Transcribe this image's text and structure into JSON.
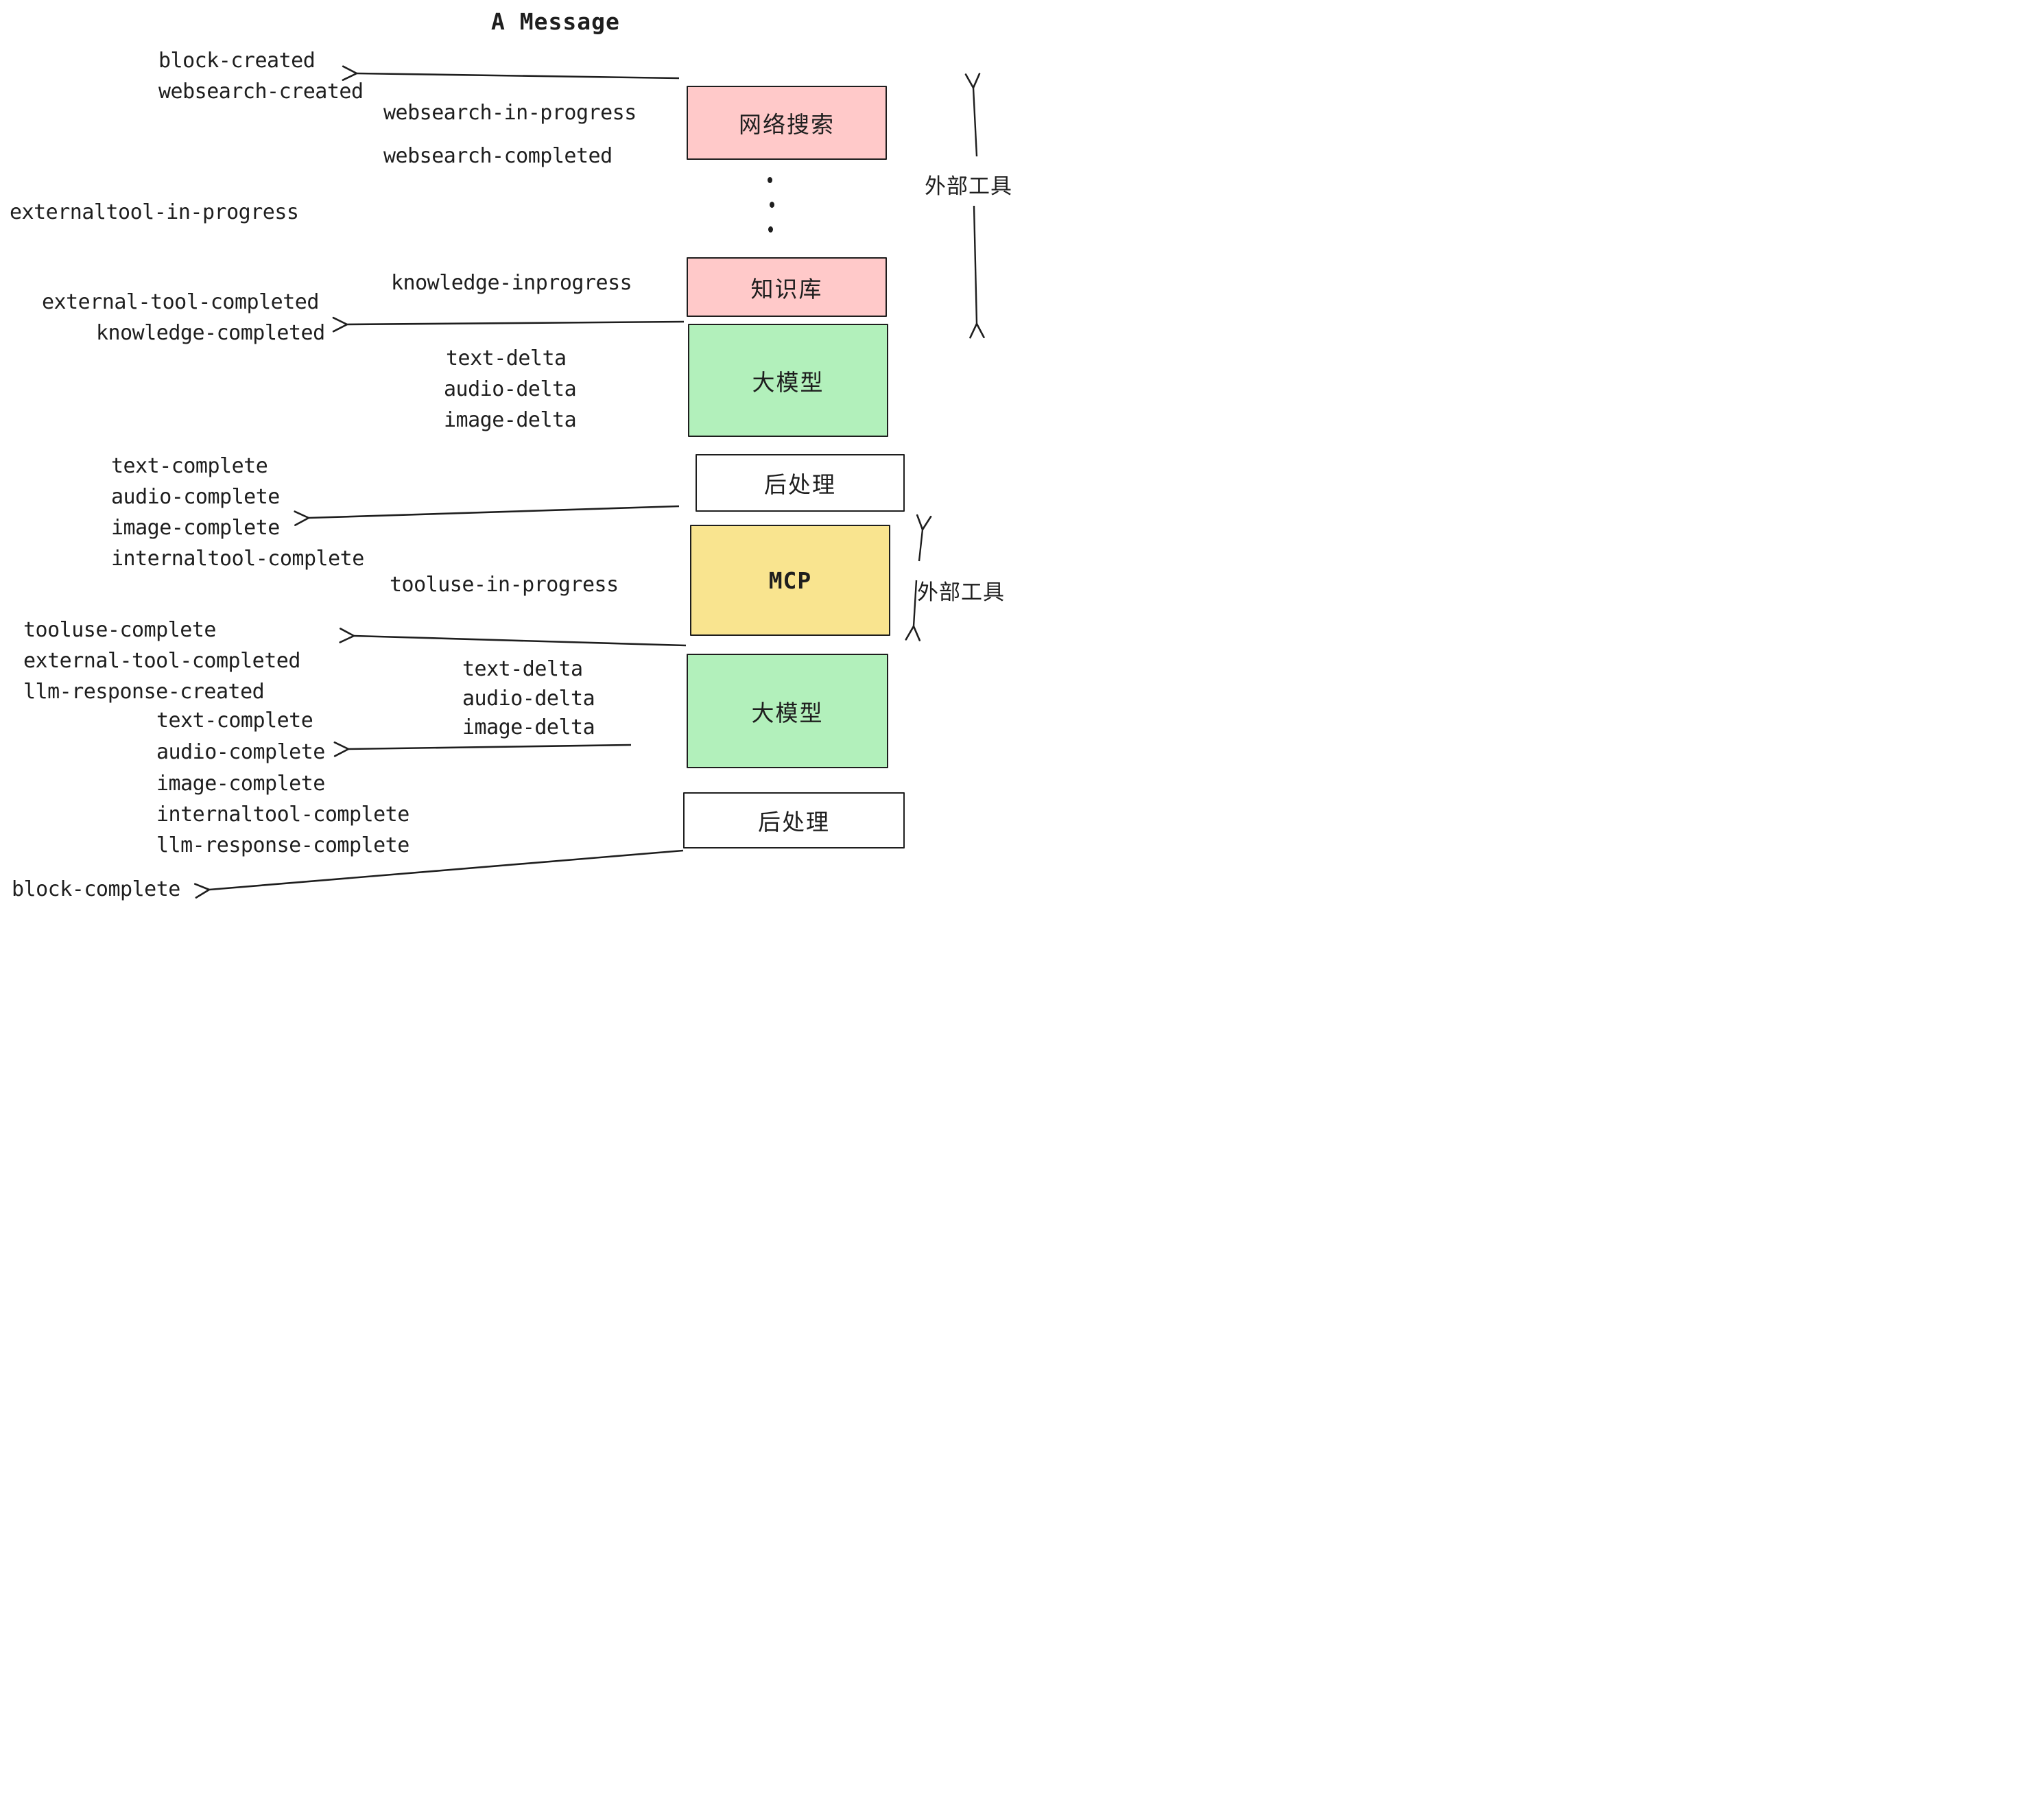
{
  "title": "A Message",
  "events": {
    "block_created": "block-created",
    "websearch_created": "websearch-created",
    "websearch_in_progress": "websearch-in-progress",
    "websearch_completed": "websearch-completed",
    "externaltool_in_progress": "externaltool-in-progress",
    "knowledge_inprogress": "knowledge-inprogress",
    "external_tool_completed": "external-tool-completed",
    "knowledge_completed": "knowledge-completed",
    "text_delta": "text-delta",
    "audio_delta": "audio-delta",
    "image_delta": "image-delta",
    "text_complete": "text-complete",
    "audio_complete": "audio-complete",
    "image_complete": "image-complete",
    "internaltool_complete": "internaltool-complete",
    "tooluse_in_progress": "tooluse-in-progress",
    "tooluse_complete": "tooluse-complete",
    "external_tool_completed_2": "external-tool-completed",
    "llm_response_created": "llm-response-created",
    "text_complete_2": "text-complete",
    "audio_complete_2": "audio-complete",
    "image_complete_2": "image-complete",
    "internaltool_complete_2": "internaltool-complete",
    "llm_response_complete": "llm-response-complete",
    "block_complete": "block-complete",
    "text_delta_2": "text-delta",
    "audio_delta_2": "audio-delta",
    "image_delta_2": "image-delta"
  },
  "boxes": {
    "websearch": {
      "label": "网络搜索",
      "fill": "#ffc9c9"
    },
    "knowledge": {
      "label": "知识库",
      "fill": "#ffc9c9"
    },
    "llm_1": {
      "label": "大模型",
      "fill": "#b2f0bb"
    },
    "postprocess_1": {
      "label": "后处理",
      "fill": "#ffffff"
    },
    "mcp": {
      "label": "MCP",
      "fill": "#f9e48f"
    },
    "llm_2": {
      "label": "大模型",
      "fill": "#b2f0bb"
    },
    "postprocess_2": {
      "label": "后处理",
      "fill": "#ffffff"
    }
  },
  "annotations": {
    "external_tools_top": "外部工具",
    "external_tools_bottom": "外部工具"
  },
  "colors": {
    "stroke": "#1e1e1e",
    "pink": "#ffc9c9",
    "green": "#b2f0bb",
    "yellow": "#f9e48f",
    "white": "#ffffff"
  }
}
